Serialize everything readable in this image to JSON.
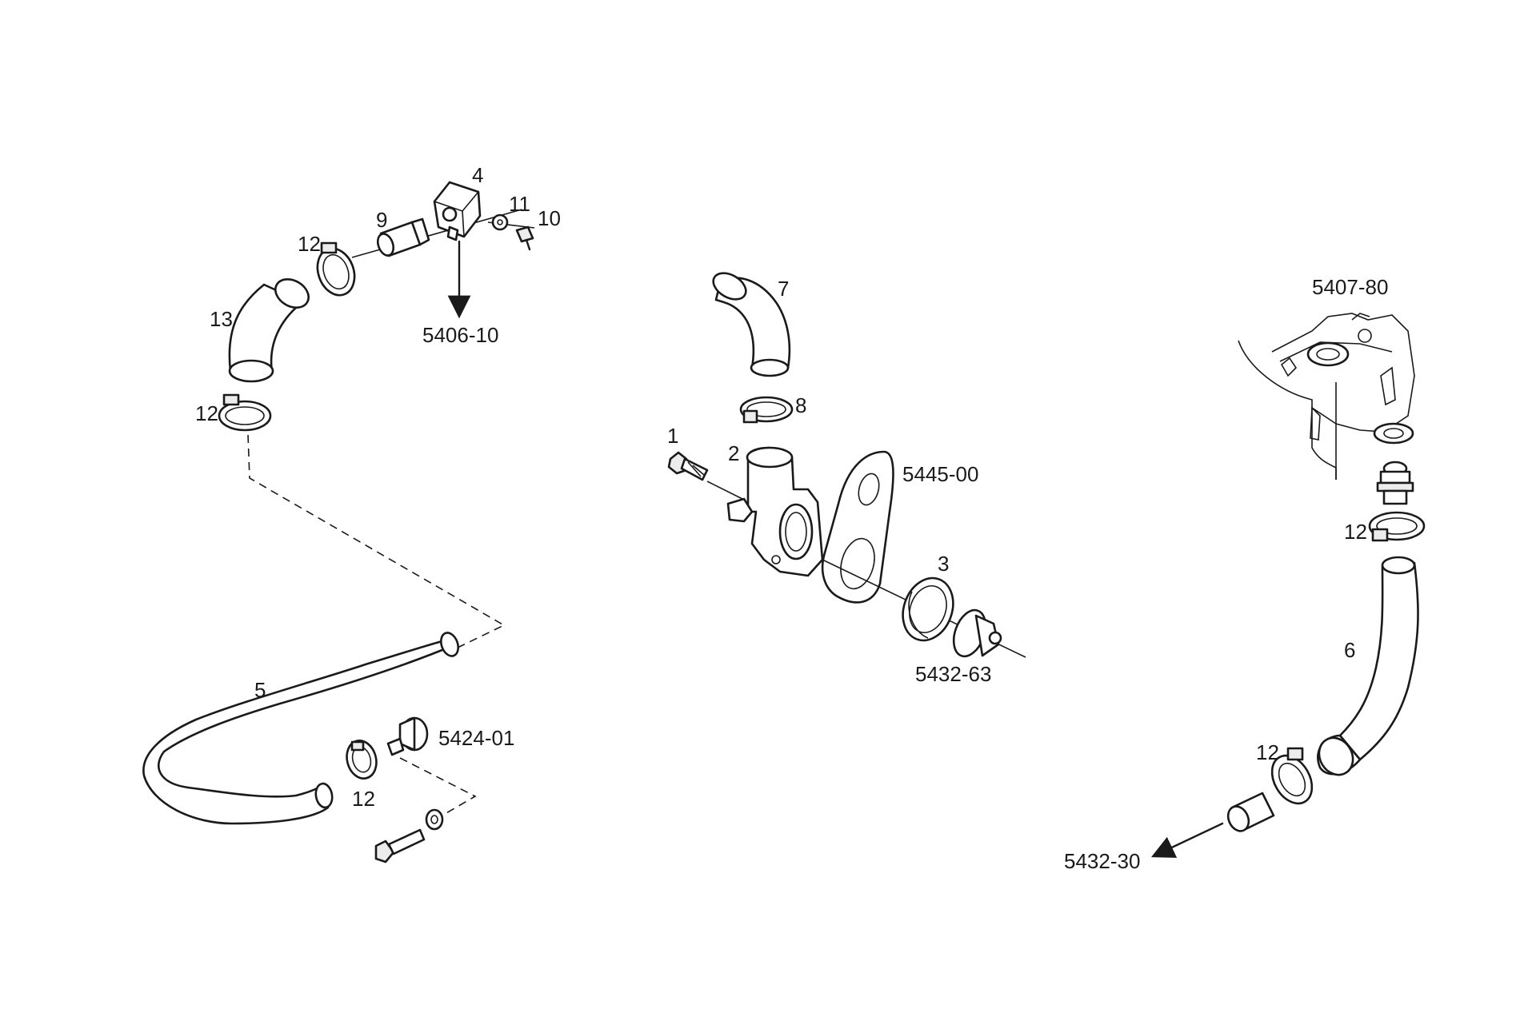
{
  "callouts": {
    "n1": "1",
    "n2": "2",
    "n3": "3",
    "n4": "4",
    "n5": "5",
    "n6": "6",
    "n7": "7",
    "n8": "8",
    "n9": "9",
    "n10": "10",
    "n11": "11",
    "n12_a": "12",
    "n12_b": "12",
    "n12_c": "12",
    "n12_d": "12",
    "n12_e": "12",
    "n13": "13"
  },
  "references": {
    "r5406_10": "5406-10",
    "r5407_80": "5407-80",
    "r5445_00": "5445-00",
    "r5432_63": "5432-63",
    "r5424_01": "5424-01",
    "r5432_30": "5432-30"
  }
}
